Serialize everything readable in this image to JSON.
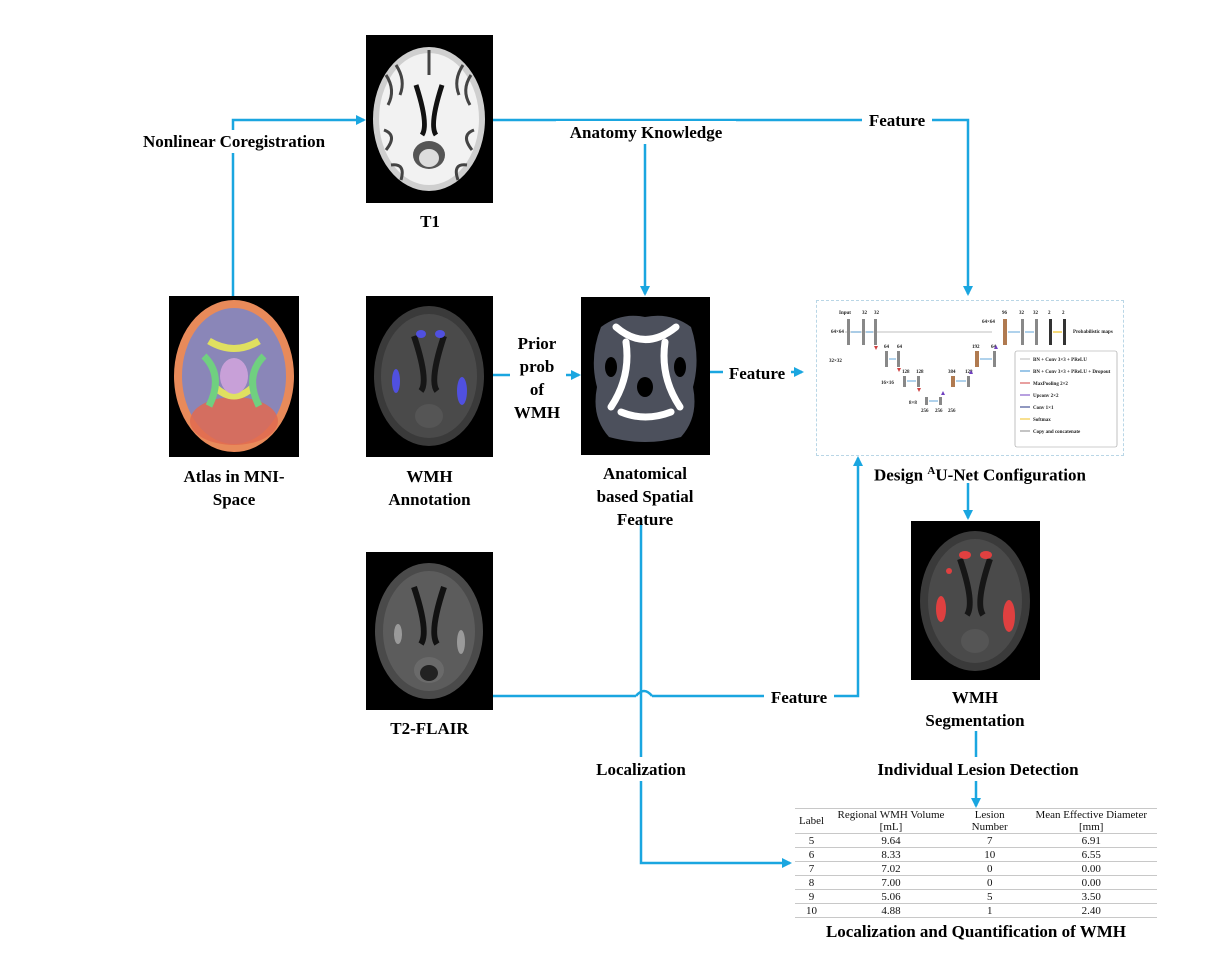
{
  "labels": {
    "t1": "T1",
    "atlas_line1": "Atlas in MNI-",
    "atlas_line2": "Space",
    "wmh_annot_line1": "WMH",
    "wmh_annot_line2": "Annotation",
    "anat_line1": "Anatomical",
    "anat_line2": "based Spatial",
    "anat_line3": "Feature",
    "t2flair": "T2-FLAIR",
    "unet_prefix": "Design ",
    "unet_sup": "A",
    "unet_suffix": "U-Net Configuration",
    "seg_line1": "WMH",
    "seg_line2": "Segmentation",
    "quant": "Localization and Quantification of WMH"
  },
  "edges": {
    "nonlinear": "Nonlinear Coregistration",
    "anatomy": "Anatomy Knowledge",
    "feature_top": "Feature",
    "prior_line1": "Prior",
    "prior_line2": "prob",
    "prior_line3": "of",
    "prior_line4": "WMH",
    "feature_mid": "Feature",
    "feature_bottom": "Feature",
    "localization": "Localization",
    "lesion_detection": "Individual Lesion Detection"
  },
  "unet": {
    "input_label": "Input",
    "input_size": "64×64",
    "size_32": "32×32",
    "size_16": "16×16",
    "size_8": "8×8",
    "enc_channels": [
      "32",
      "32",
      "64",
      "64",
      "128",
      "128",
      "256",
      "256",
      "256"
    ],
    "dec_channels": [
      "96",
      "32",
      "32",
      "2",
      "2",
      "192",
      "64",
      "384",
      "128"
    ],
    "output_label": "Probabilistic maps",
    "legend": [
      "BN + Conv 3×3 + PReLU",
      "BN + Conv 3×3 + PReLU + Dropout",
      "MaxPooling 2×2",
      "Upconv 2×2",
      "Conv 1×1",
      "Softmax",
      "Copy and concatenate"
    ]
  },
  "table": {
    "headers": [
      "Label",
      "Regional WMH Volume [mL]",
      "Lesion Number",
      "Mean Effective Diameter [mm]"
    ],
    "rows": [
      [
        "5",
        "9.64",
        "7",
        "6.91"
      ],
      [
        "6",
        "8.33",
        "10",
        "6.55"
      ],
      [
        "7",
        "7.02",
        "0",
        "0.00"
      ],
      [
        "8",
        "7.00",
        "0",
        "0.00"
      ],
      [
        "9",
        "5.06",
        "5",
        "3.50"
      ],
      [
        "10",
        "4.88",
        "1",
        "2.40"
      ]
    ]
  },
  "colors": {
    "arrow": "#1aa6e0",
    "lesion_overlay": "#e04040",
    "annotation_overlay": "#5050e0"
  }
}
